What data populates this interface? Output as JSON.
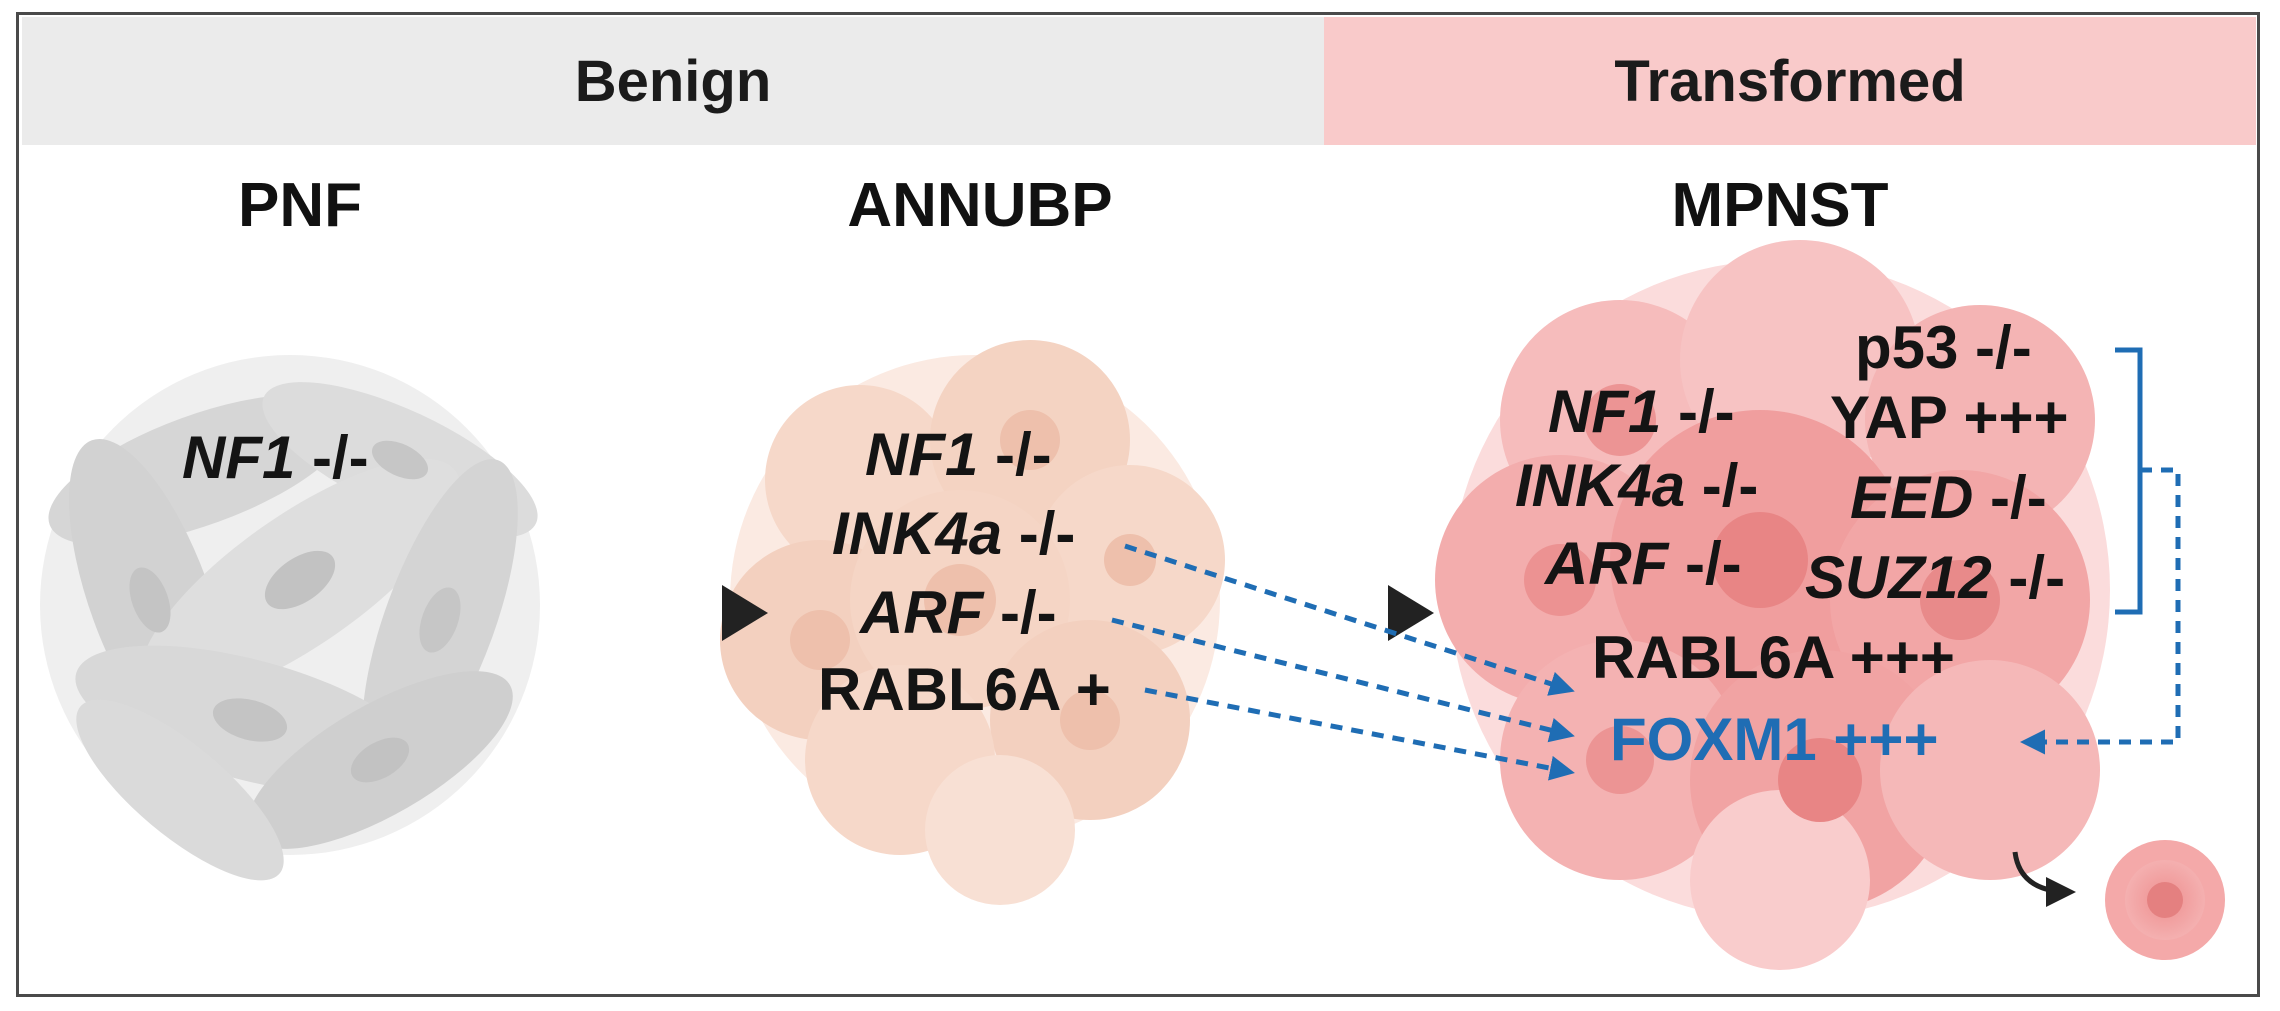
{
  "header": {
    "benign": "Benign",
    "transformed": "Transformed"
  },
  "stages": {
    "pnf": "PNF",
    "annubp": "ANNUBP",
    "mpnst": "MPNST"
  },
  "pnf": {
    "nf1_gene": "NF1",
    "nf1_status": "-/-"
  },
  "annubp": {
    "nf1_gene": "NF1",
    "nf1_status": "-/-",
    "ink4a_gene": "INK4a",
    "ink4a_status": "-/-",
    "arf_gene": "ARF",
    "arf_status": "-/-",
    "rabl6a": "RABL6A +"
  },
  "mpnst": {
    "nf1_gene": "NF1",
    "nf1_status": "-/-",
    "ink4a_gene": "INK4a",
    "ink4a_status": "-/-",
    "arf_gene": "ARF",
    "arf_status": "-/-",
    "p53": "p53 -/-",
    "yap": "YAP +++",
    "eed_gene": "EED",
    "eed_status": "-/-",
    "suz12_gene": "SUZ12",
    "suz12_status": "-/-",
    "rabl6a": "RABL6A +++",
    "foxm1": "FOXM1 +++"
  },
  "colors": {
    "benign_band": "#ebebeb",
    "transformed_band": "#f9caca",
    "pnf_cells": "#d4d4d4",
    "annubp_cells": "#f6d6c6",
    "mpnst_cells": "#f2a5a5",
    "foxm1_arrow": "#1f6db4",
    "progression_arrow": "#222222"
  },
  "icons": [
    "progression-arrow",
    "dashed-regulation-arrow",
    "bracket",
    "metastasis-arrow",
    "cell"
  ]
}
